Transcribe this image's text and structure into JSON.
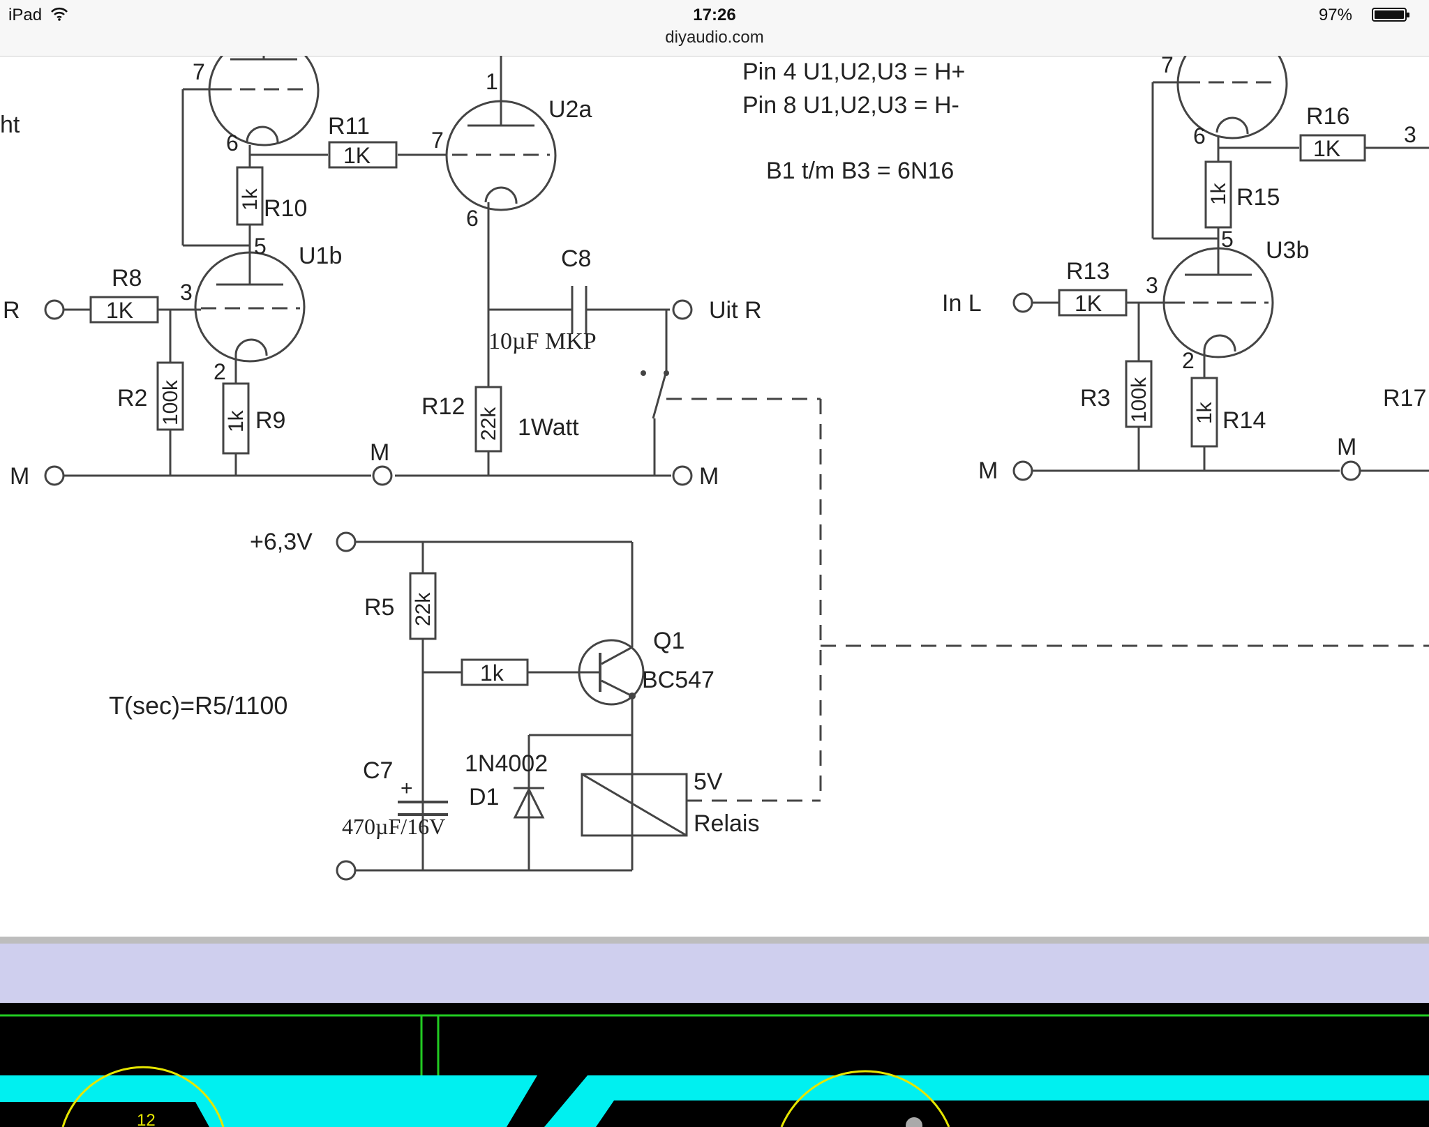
{
  "status_bar": {
    "device": "iPad",
    "time": "17:26",
    "battery": "97%",
    "url": "diyaudio.com",
    "wifi_icon": "wifi-icon",
    "battery_icon": "battery-icon"
  },
  "schematic": {
    "notes": [
      "Pin 4 U1,U2,U3 = H+",
      "Pin 8 U1,U2,U3 = H-",
      "B1 t/m B3 = 6N16"
    ],
    "formula": "T(sec)=R5/1100",
    "left_channel_edge_text": "ht",
    "tube_labels": [
      "U2a",
      "U1b",
      "U3b"
    ],
    "pins": [
      "7",
      "6",
      "1",
      "7",
      "6",
      "5",
      "3",
      "2",
      "7",
      "6",
      "3",
      "5",
      "3",
      "2"
    ],
    "resistors": [
      {
        "name": "R11",
        "value": "1K"
      },
      {
        "name": "R10",
        "value": "1k"
      },
      {
        "name": "R8",
        "value": "1K"
      },
      {
        "name": "R2",
        "value": "100k"
      },
      {
        "name": "R9",
        "value": "1k"
      },
      {
        "name": "R12",
        "value": "22k"
      },
      {
        "name": "R5",
        "value": "22k"
      },
      {
        "name": "R16",
        "value": "1K"
      },
      {
        "name": "R15",
        "value": "1k"
      },
      {
        "name": "R13",
        "value": "1K"
      },
      {
        "name": "R3",
        "value": "100k"
      },
      {
        "name": "R14",
        "value": "1k"
      },
      {
        "name": "R17",
        "value": ""
      }
    ],
    "base_resistor_value": "1k",
    "c8": {
      "name": "C8",
      "value": "10µF MKP"
    },
    "c7": {
      "name": "C7",
      "value": "470µF/16V",
      "polarity": "+"
    },
    "r12_rating": "1Watt",
    "node_labels": {
      "input_r": "R",
      "output_r": "Uit R",
      "input_l": "In L",
      "ground": "M",
      "supply": "+6,3V"
    },
    "q1": {
      "name": "Q1",
      "type": "BC547"
    },
    "d1": {
      "name": "D1",
      "type": "1N4002"
    },
    "relay": {
      "voltage": "5V",
      "label": "Relais"
    }
  },
  "pcb_colors": {
    "background": "#000000",
    "trace": "#00f0f0",
    "outline": "#22cc22",
    "silk": "#e6e600"
  },
  "pcb_silk_text": "12"
}
